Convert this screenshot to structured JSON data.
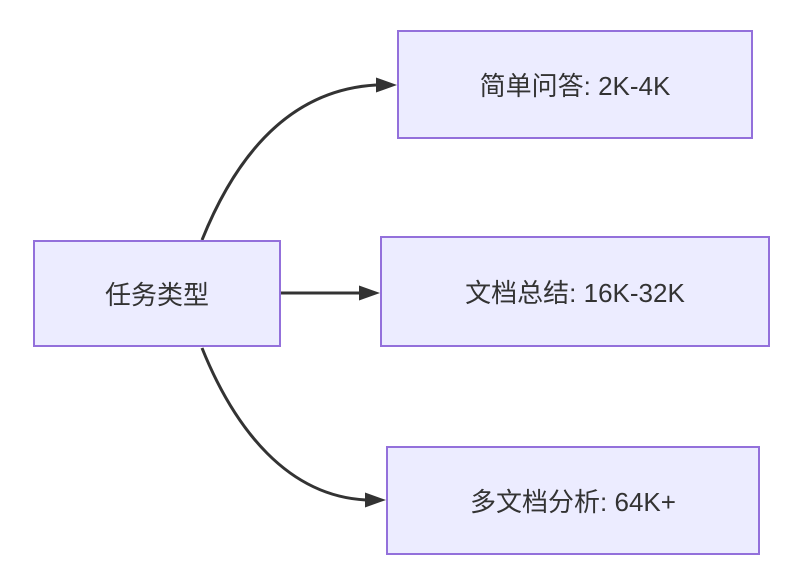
{
  "diagram": {
    "type": "flowchart-left-to-right",
    "root": {
      "label": "任务类型"
    },
    "branches": [
      {
        "label": "简单问答: 2K-4K"
      },
      {
        "label": "文档总结: 16K-32K"
      },
      {
        "label": "多文档分析: 64K+"
      }
    ],
    "edges": [
      {
        "from": "任务类型",
        "to": "简单问答: 2K-4K"
      },
      {
        "from": "任务类型",
        "to": "文档总结: 16K-32K"
      },
      {
        "from": "任务类型",
        "to": "多文档分析: 64K+"
      }
    ],
    "colors": {
      "node_fill": "#ECECFF",
      "node_border": "#9370DB",
      "edge": "#333333",
      "text": "#333333",
      "background": "#ffffff"
    }
  }
}
